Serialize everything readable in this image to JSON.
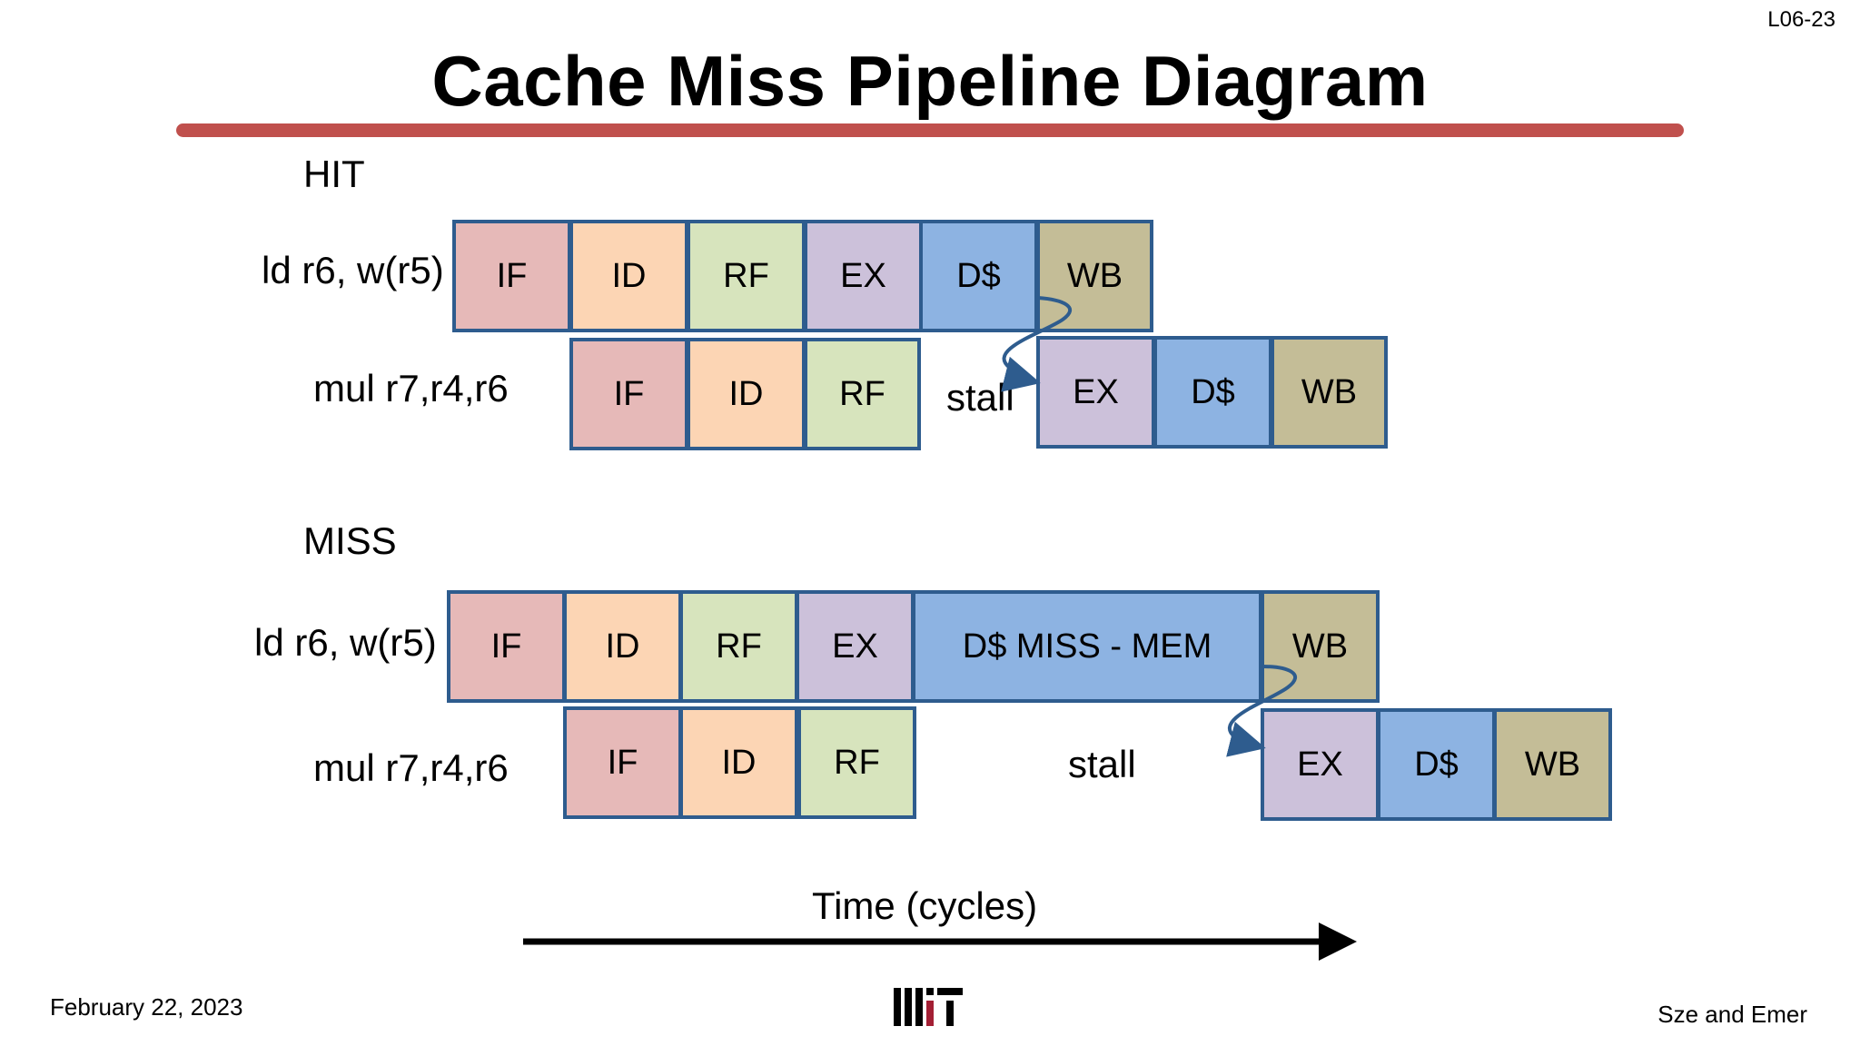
{
  "slide_id": "L06-23",
  "title": "Cache Miss Pipeline Diagram",
  "hit": {
    "label": "HIT",
    "row1": {
      "instruction": "ld r6, w(r5)",
      "stages": [
        "IF",
        "ID",
        "RF",
        "EX",
        "D$",
        "WB"
      ]
    },
    "row2": {
      "instruction": "mul  r7,r4,r6",
      "stages": [
        "IF",
        "ID",
        "RF",
        "EX",
        "D$",
        "WB"
      ],
      "stall": "stall"
    }
  },
  "miss": {
    "label": "MISS",
    "row1": {
      "instruction": "ld r6, w(r5)",
      "stages": [
        "IF",
        "ID",
        "RF",
        "EX",
        "D$ MISS - MEM",
        "WB"
      ]
    },
    "row2": {
      "instruction": "mul  r7,r4,r6",
      "stages": [
        "IF",
        "ID",
        "RF",
        "EX",
        "D$",
        "WB"
      ],
      "stall": "stall"
    }
  },
  "time_axis_label": "Time (cycles)",
  "footer": {
    "date": "February 22, 2023",
    "logo_text": "MIT",
    "authors": "Sze and Emer"
  },
  "colors": {
    "IF": "#e6b9b8",
    "ID": "#fcd5b4",
    "RF": "#d7e4bd",
    "EX": "#ccc1da",
    "D$": "#8db3e2",
    "WB": "#c4bd97",
    "border": "#2e5c8e",
    "title_rule": "#c0504d",
    "arrow": "#2e5c8e"
  }
}
